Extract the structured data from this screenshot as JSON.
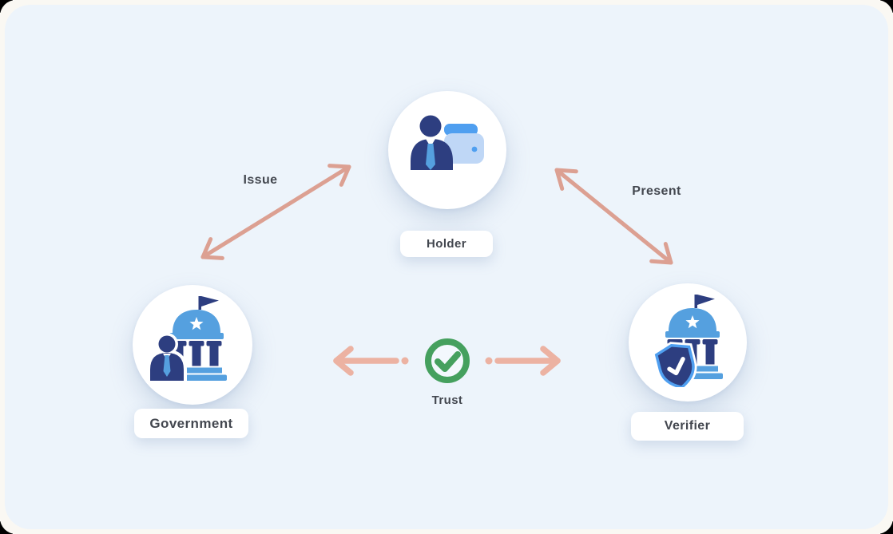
{
  "diagram": {
    "type": "trust-triangle",
    "nodes": [
      {
        "id": "holder",
        "label": "Holder",
        "icon": "person-wallet-icon"
      },
      {
        "id": "government",
        "label": "Government",
        "icon": "government-building-icon"
      },
      {
        "id": "verifier",
        "label": "Verifier",
        "icon": "building-shield-check-icon"
      }
    ],
    "edges": [
      {
        "id": "issue",
        "label": "Issue",
        "from": "government",
        "to": "holder",
        "style": "double-headed-arrow"
      },
      {
        "id": "present",
        "label": "Present",
        "from": "holder",
        "to": "verifier",
        "style": "double-headed-arrow"
      },
      {
        "id": "trust",
        "label": "Trust",
        "from": "government",
        "to": "verifier",
        "icon": "check-circle-icon",
        "style": "outward-arrows"
      }
    ],
    "colors": {
      "background": "#EDF4FB",
      "frame": "#FAF8F3",
      "node_fill": "#FFFFFF",
      "icon_navy": "#2D3E80",
      "icon_blue": "#55A0DF",
      "wallet_blue": "#4F9FF0",
      "wallet_light": "#BFD7F6",
      "arrow_diagonal": "#DCA092",
      "arrow_horizontal": "#ECB2A2",
      "trust_green": "#45A05E",
      "label_text": "#43474F"
    }
  }
}
